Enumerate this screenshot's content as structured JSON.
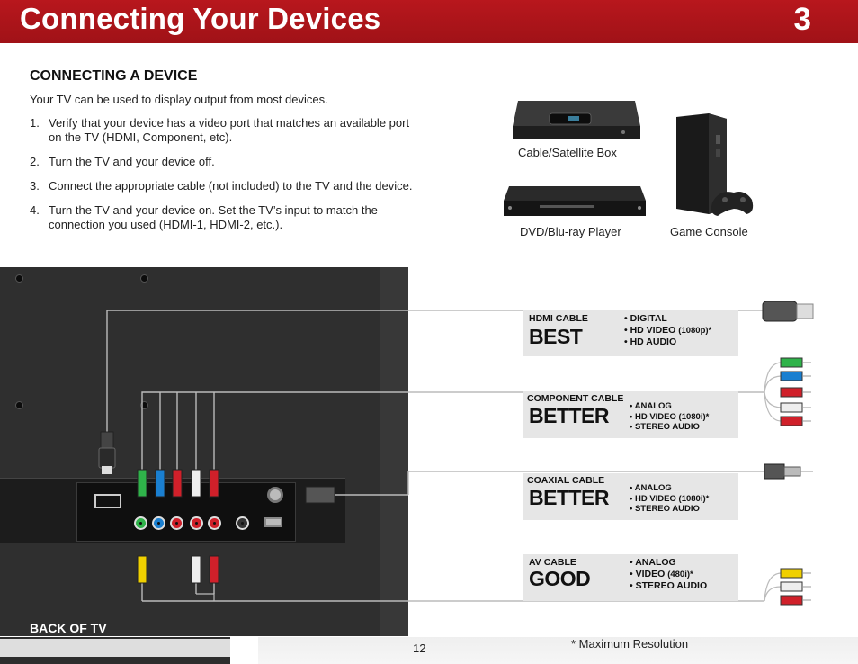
{
  "header": {
    "title": "Connecting Your Devices",
    "chapter_number": "3"
  },
  "section": {
    "heading": "CONNECTING A DEVICE",
    "intro": "Your TV can be used to display output from most devices.",
    "steps": [
      {
        "num": "1.",
        "text": "Verify that your device has a video port that matches an available port on the TV (HDMI, Component, etc)."
      },
      {
        "num": "2.",
        "text": "Turn the TV and your device off."
      },
      {
        "num": "3.",
        "text": "Connect the appropriate cable (not included) to the TV and the device."
      },
      {
        "num": "4.",
        "text": "Turn the TV and your device on. Set the TV’s input to match the connection you used (HDMI-1, HDMI-2, etc.)."
      }
    ]
  },
  "devices": {
    "cable_satellite": "Cable/Satellite Box",
    "dvd_bluray": "DVD/Blu-ray Player",
    "game_console": "Game Console"
  },
  "tv": {
    "label": "BACK OF TV"
  },
  "cables": [
    {
      "name": "HDMI CABLE",
      "rank": "BEST",
      "features": [
        "DIGITAL",
        "HD VIDEO",
        "HD AUDIO"
      ],
      "resolution": "(1080p)*"
    },
    {
      "name": "COMPONENT CABLE",
      "rank": "BETTER",
      "features": [
        "ANALOG",
        "HD VIDEO (1080i)*",
        "STEREO AUDIO"
      ]
    },
    {
      "name": "COAXIAL CABLE",
      "rank": "BETTER",
      "features": [
        "ANALOG",
        "HD VIDEO (1080i)*",
        "STEREO AUDIO"
      ]
    },
    {
      "name": "AV CABLE",
      "rank": "GOOD",
      "features": [
        "ANALOG",
        "VIDEO",
        "STEREO AUDIO"
      ],
      "resolution": "(480i)*"
    }
  ],
  "footer": {
    "page_number": "12",
    "footnote": "* Maximum Resolution"
  },
  "colors": {
    "header_red": "#a8151b",
    "tv_panel": "#2f2f2f",
    "cable_box_bg": "#e6e6e6"
  }
}
